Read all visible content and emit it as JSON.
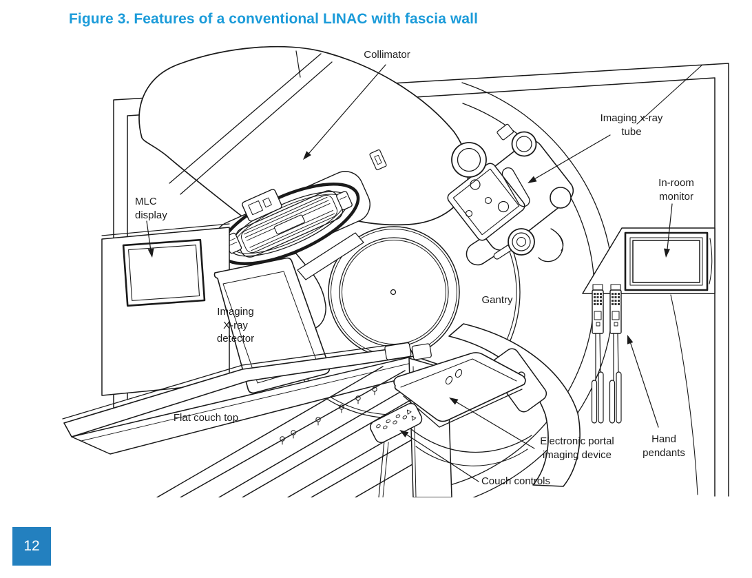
{
  "figure": {
    "title": "Figure 3. Features of a conventional LINAC with fascia wall"
  },
  "diagram": {
    "labels": {
      "collimator": "Collimator",
      "imaging_xray_tube": "Imaging x-ray\ntube",
      "in_room_monitor": "In-room\nmonitor",
      "mlc_display": "MLC\ndisplay",
      "gantry": "Gantry",
      "imaging_xray_detector": "Imaging\nX-ray\ndetector",
      "flat_couch_top": "Flat couch top",
      "electronic_portal_imaging_device": "Electronic portal\nimaging device",
      "hand_pendants": "Hand\npendants",
      "couch_controls": "Couch controls"
    }
  },
  "page": {
    "number": "12"
  },
  "colors": {
    "title_blue": "#1B9BD9",
    "page_box_blue": "#2380BF",
    "line_ink": "#1A1A1A"
  }
}
